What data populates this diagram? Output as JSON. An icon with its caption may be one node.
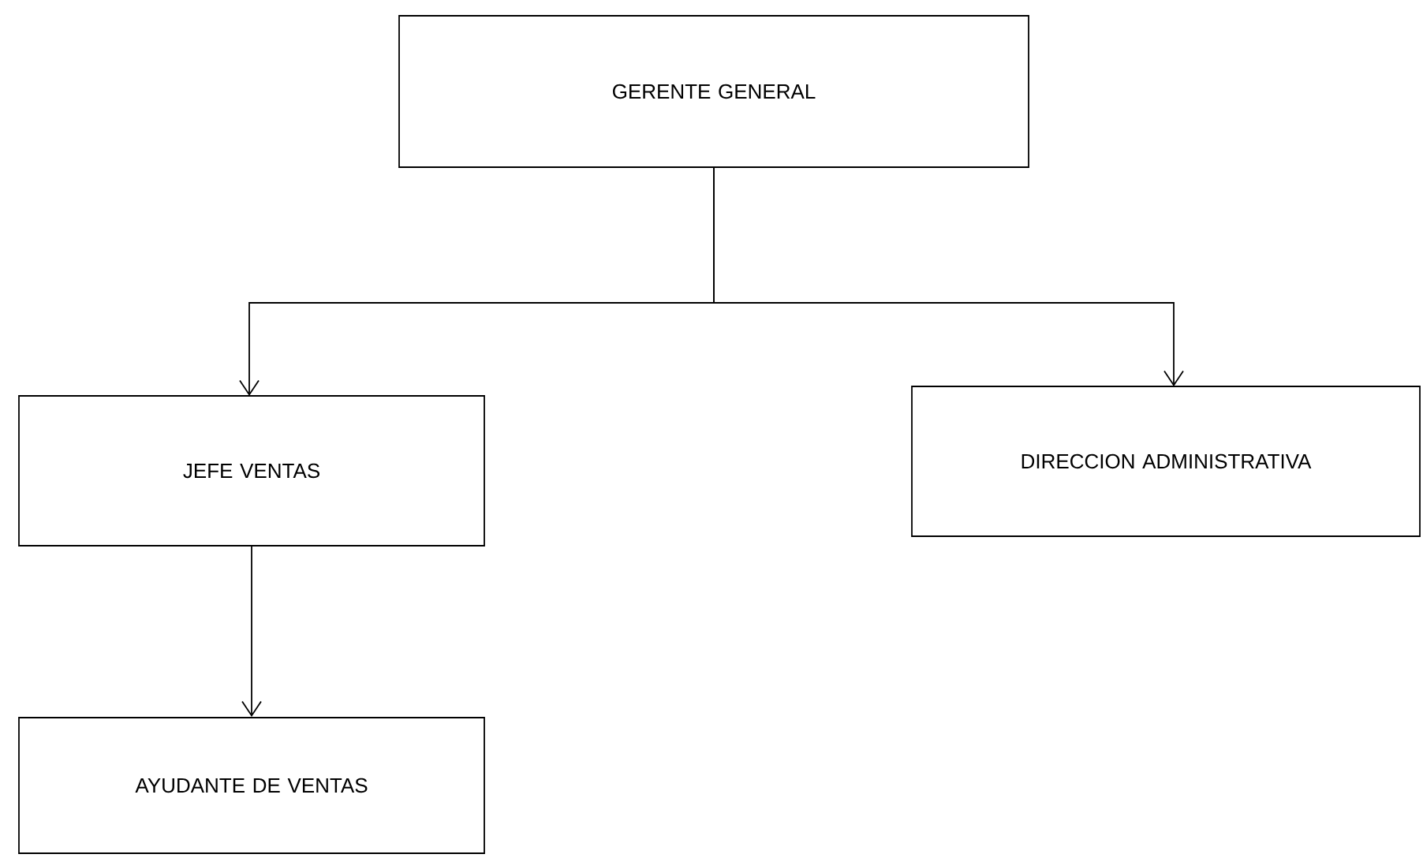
{
  "diagram": {
    "nodes": [
      {
        "text": [
          "GERENTE GENERAL"
        ]
      },
      {
        "text": [
          "JEFE VENTAS"
        ]
      },
      {
        "text": [
          "DIRECCION ADMINISTRATIVA"
        ]
      },
      {
        "text": [
          "AYUDANTE DE VENTAS"
        ]
      }
    ],
    "edges": [
      {
        "from": 0,
        "to": 1,
        "arrow": "to"
      },
      {
        "from": 0,
        "to": 2,
        "arrow": "to"
      },
      {
        "from": 1,
        "to": 3,
        "arrow": "to"
      }
    ]
  }
}
